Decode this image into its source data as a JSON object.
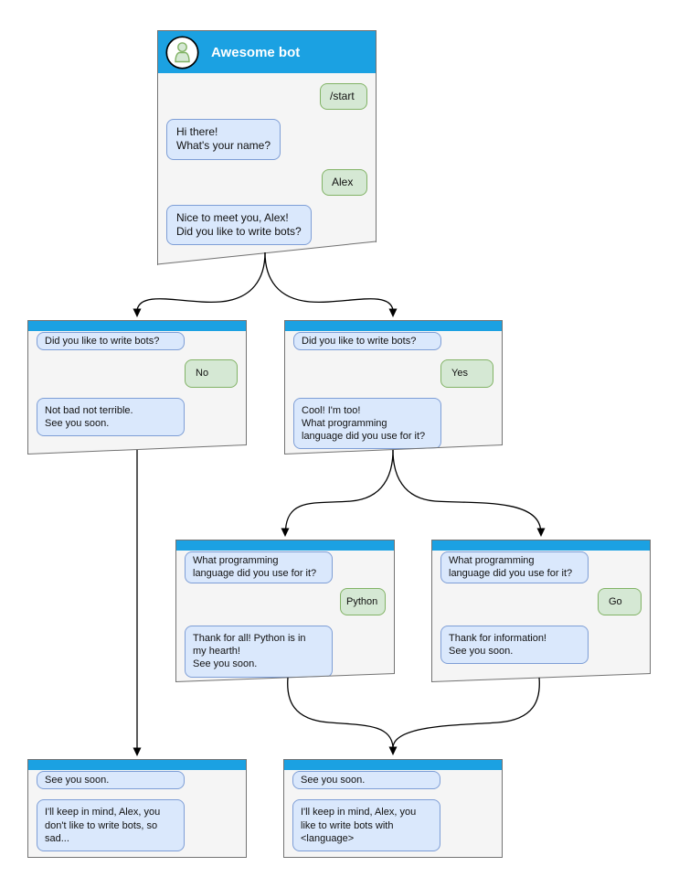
{
  "diagram_title": "Awesome bot conversation flowchart",
  "palette": {
    "headerBlue": "#1ba1e2",
    "botFill": "#dae8fc",
    "botStroke": "#7e9ed6",
    "userFill": "#d5e8d4",
    "userStroke": "#82b366",
    "windowBg": "#f5f5f5",
    "windowBorder": "#737373",
    "edgeColor": "#000000",
    "titleColor": "#ffffff"
  },
  "icons": {
    "avatar": "person-icon"
  },
  "nodes": [
    {
      "id": "start",
      "title": "Awesome bot",
      "messages": [
        {
          "side": "user",
          "text": "/start"
        },
        {
          "side": "bot",
          "text": "Hi there!\nWhat's your name?"
        },
        {
          "side": "user",
          "text": "Alex"
        },
        {
          "side": "bot",
          "text": "Nice to meet you, Alex!\nDid you like to write bots?"
        }
      ]
    },
    {
      "id": "branch-no",
      "messages": [
        {
          "side": "bot",
          "text": "Did you like to write bots?"
        },
        {
          "side": "user",
          "text": "No"
        },
        {
          "side": "bot",
          "text": "Not bad not terrible.\nSee you soon."
        }
      ]
    },
    {
      "id": "branch-yes",
      "messages": [
        {
          "side": "bot",
          "text": "Did you like to write bots?"
        },
        {
          "side": "user",
          "text": "Yes"
        },
        {
          "side": "bot",
          "text": "Cool! I'm too!\nWhat programming\nlanguage did you use for it?"
        }
      ]
    },
    {
      "id": "branch-python",
      "messages": [
        {
          "side": "bot",
          "text": "What programming\nlanguage did you use for it?"
        },
        {
          "side": "user",
          "text": "Python"
        },
        {
          "side": "bot",
          "text": "Thank for all! Python is in\nmy hearth!\nSee you soon."
        }
      ]
    },
    {
      "id": "branch-go",
      "messages": [
        {
          "side": "bot",
          "text": "What programming\nlanguage did you use for it?"
        },
        {
          "side": "user",
          "text": "Go"
        },
        {
          "side": "bot",
          "text": "Thank for information!\nSee you soon."
        }
      ]
    },
    {
      "id": "end-no",
      "messages": [
        {
          "side": "bot",
          "text": "See you soon."
        },
        {
          "side": "bot",
          "text": "I'll keep in mind, Alex, you\ndon't like to write bots, so\nsad..."
        }
      ]
    },
    {
      "id": "end-yes",
      "messages": [
        {
          "side": "bot",
          "text": "See you soon."
        },
        {
          "side": "bot",
          "text": "I'll keep in mind, Alex, you\nlike to write bots with\n<language>"
        }
      ]
    }
  ],
  "edges": [
    {
      "from": "start",
      "to": "branch-no"
    },
    {
      "from": "start",
      "to": "branch-yes"
    },
    {
      "from": "branch-no",
      "to": "end-no"
    },
    {
      "from": "branch-yes",
      "to": "branch-python"
    },
    {
      "from": "branch-yes",
      "to": "branch-go"
    },
    {
      "from": "branch-python",
      "to": "end-yes"
    },
    {
      "from": "branch-go",
      "to": "end-yes"
    }
  ]
}
